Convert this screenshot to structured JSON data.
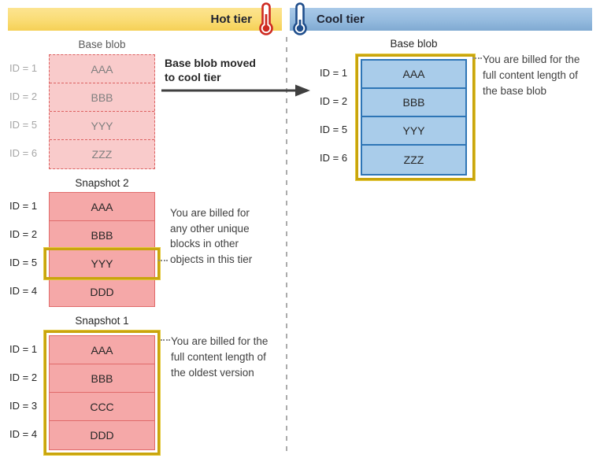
{
  "header": {
    "hot_label": "Hot tier",
    "cool_label": "Cool tier"
  },
  "hot": {
    "base": {
      "title": "Base blob",
      "rows": [
        {
          "id": "ID = 1",
          "block": "AAA"
        },
        {
          "id": "ID = 2",
          "block": "BBB"
        },
        {
          "id": "ID = 5",
          "block": "YYY"
        },
        {
          "id": "ID = 6",
          "block": "ZZZ"
        }
      ]
    },
    "move_note": "Base blob moved\nto cool tier",
    "snapshot2": {
      "title": "Snapshot 2",
      "rows": [
        {
          "id": "ID = 1",
          "block": "AAA"
        },
        {
          "id": "ID = 2",
          "block": "BBB"
        },
        {
          "id": "ID = 5",
          "block": "YYY"
        },
        {
          "id": "ID = 4",
          "block": "DDD"
        }
      ],
      "note": "You are billed for\nany other unique\nblocks in other\nobjects in this tier"
    },
    "snapshot1": {
      "title": "Snapshot 1",
      "rows": [
        {
          "id": "ID = 1",
          "block": "AAA"
        },
        {
          "id": "ID = 2",
          "block": "BBB"
        },
        {
          "id": "ID = 3",
          "block": "CCC"
        },
        {
          "id": "ID = 4",
          "block": "DDD"
        }
      ],
      "note": "You are billed for the\nfull content length of\nthe oldest version"
    }
  },
  "cool": {
    "base": {
      "title": "Base blob",
      "rows": [
        {
          "id": "ID = 1",
          "block": "AAA"
        },
        {
          "id": "ID = 2",
          "block": "BBB"
        },
        {
          "id": "ID = 5",
          "block": "YYY"
        },
        {
          "id": "ID = 6",
          "block": "ZZZ"
        }
      ],
      "note": "You are billed for the\nfull content length of\nthe base blob"
    }
  },
  "icons": {
    "hot_thermometer": "thermometer-hot-icon",
    "cool_thermometer": "thermometer-cool-icon"
  },
  "colors": {
    "hot_bar": "#FADC74",
    "cool_bar": "#95BBDF",
    "hot_light_fill": "#F9CBCB",
    "hot_fill": "#F5A8A8",
    "hot_border": "#E06A6A",
    "cool_fill": "#A9CCEA",
    "cool_border": "#2E75B6",
    "gold": "#C9A50D",
    "thermo_hot": "#CE2A21",
    "thermo_cool": "#1F4E8C",
    "arrow": "#404040",
    "separator": "#ABABAB"
  }
}
